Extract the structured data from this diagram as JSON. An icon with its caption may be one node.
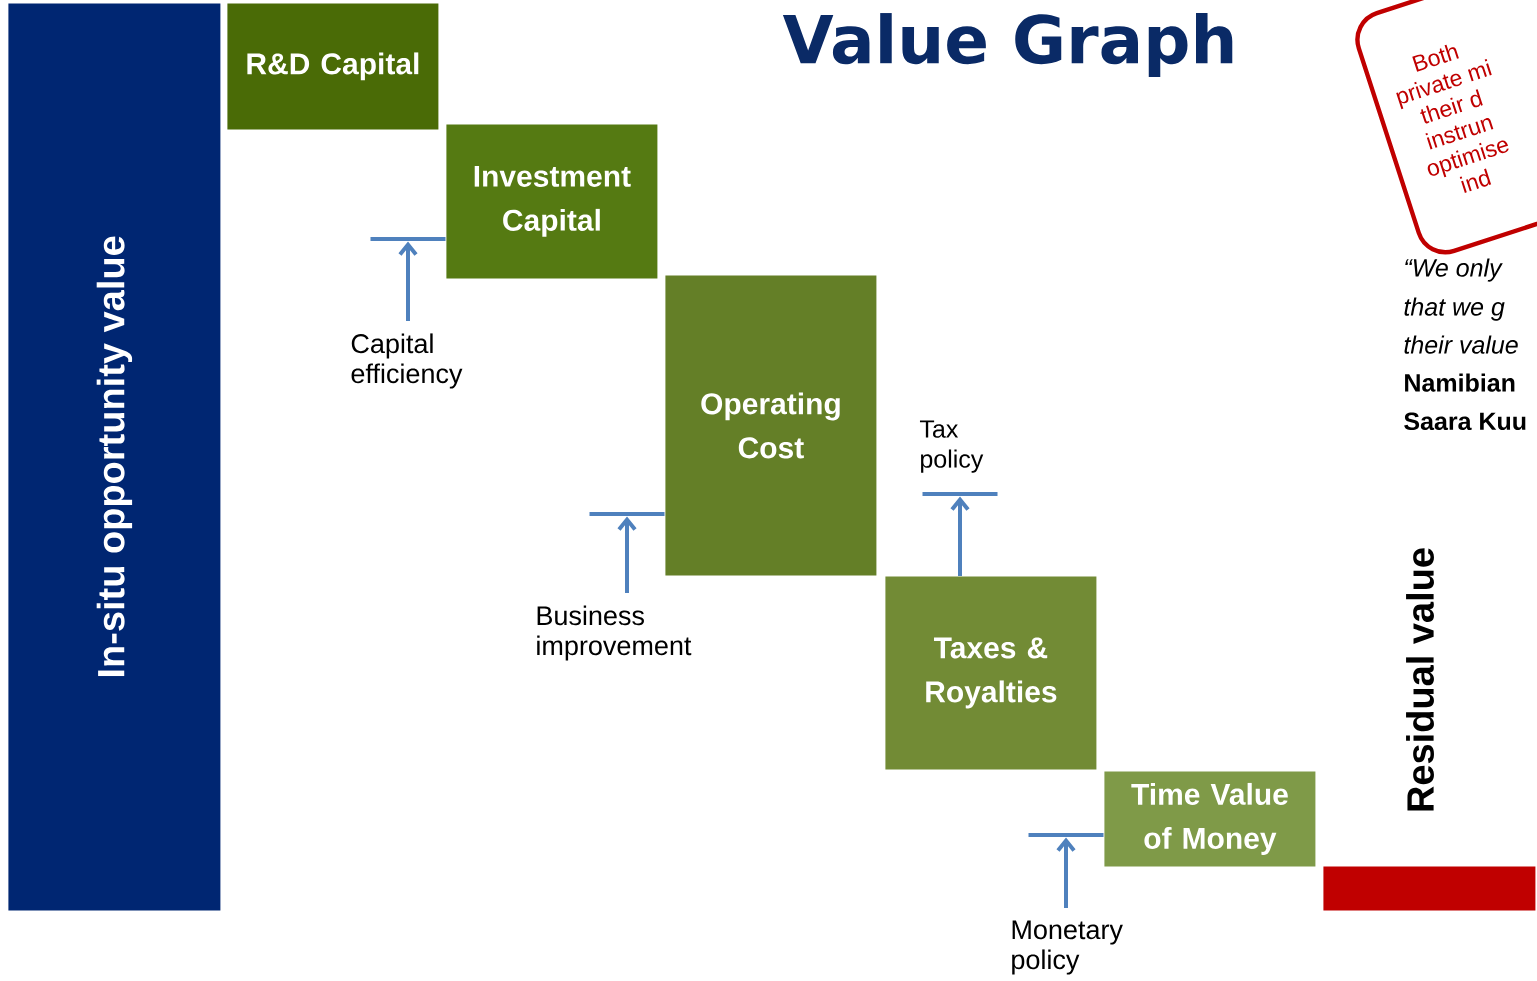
{
  "diagram": {
    "title": "Value Graph",
    "nodes": [
      {
        "text": [
          "In-situ opportunity value"
        ]
      },
      {
        "text": [
          "R&D Capital"
        ]
      },
      {
        "text": [
          "Investment Capital"
        ]
      },
      {
        "text": [
          "Operating Cost"
        ]
      },
      {
        "text": [
          "Taxes & Royalties"
        ]
      },
      {
        "text": [
          "Time Value of Money"
        ]
      },
      {
        "text": [],
        "shape": "bar",
        "beside": [
          "Residual value"
        ]
      },
      {
        "text": [],
        "shape": "bar"
      },
      {
        "text": [
          "Capital efficiency"
        ]
      },
      {
        "text": [],
        "shape": "bar"
      },
      {
        "text": [
          "Business improvement"
        ]
      },
      {
        "text": [],
        "shape": "bar"
      },
      {
        "text": [],
        "shape": "bar"
      },
      {
        "text": [
          "Monetary policy"
        ]
      },
      {
        "text": [
          "Both",
          "private mi",
          "their d",
          "instrun",
          "optimise",
          "ind"
        ]
      }
    ],
    "edges": [
      {
        "from": 8,
        "to": 7,
        "arrow": "to"
      },
      {
        "from": 10,
        "to": 9,
        "arrow": "to"
      },
      {
        "from": 4,
        "to": 11,
        "arrow": "to"
      },
      {
        "from": 13,
        "to": 12,
        "arrow": "to"
      }
    ],
    "labels": [
      "Tax policy",
      "“We only",
      "that we g",
      "their value",
      "Namibian",
      "Saara Kuu"
    ]
  }
}
